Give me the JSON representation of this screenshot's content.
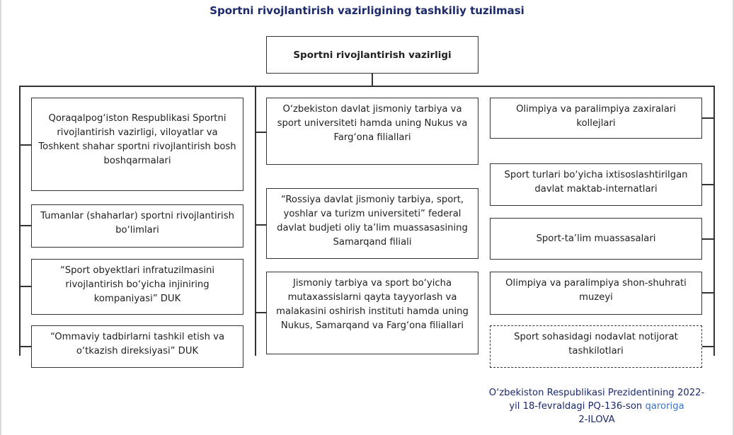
{
  "title": "Sportni rivojlantirish vazirligining tashkiliy tuzilmasi",
  "root": "Sportni rivojlantirish vazirligi",
  "left": [
    "Qoraqalpog‘iston Respublikasi Sportni rivojlantirish vazirligi, viloyatlar va Toshkent shahar sportni rivojlantirish bosh boshqarmalari",
    "Tumanlar (shaharlar) sportni rivojlantirish bo‘limlari",
    "“Sport obyektlari infratuzilmasini rivojlantirish bo‘yicha injiniring kompaniyasi” DUK",
    "“Ommaviy tadbirlarni tashkil etish va o‘tkazish direksiyasi” DUK"
  ],
  "middle": [
    "O‘zbekiston davlat jismoniy tarbiya va sport universiteti hamda uning Nukus va Farg‘ona filiallari",
    "“Rossiya davlat jismoniy tarbiya, sport, yoshlar va turizm universiteti” federal davlat budjeti oliy ta’lim muassasasining Samarqand filiali",
    "Jismoniy tarbiya va sport bo‘yicha mutaxassislarni qayta tayyorlash va malakasini oshirish instituti hamda uning Nukus, Samarqand va Farg‘ona filiallari"
  ],
  "right": [
    "Olimpiya va paralimpiya zaxiralari kollejlari",
    "Sport turlari bo‘yicha ixtisoslashtirilgan davlat maktab-internatlari",
    "Sport-ta’lim muassasalari",
    "Olimpiya va paralimpiya shon-shuhrati muzeyi",
    "Sport sohasidagi nodavlat notijorat tashkilotlari"
  ],
  "footnote": {
    "line1": "O‘zbekiston Respublikasi Prezidentining 2022-",
    "line2_prefix": "yil 18-fevraldagi PQ-136-son ",
    "line2_link": "qaroriga",
    "line3": "2-ILOVA"
  }
}
